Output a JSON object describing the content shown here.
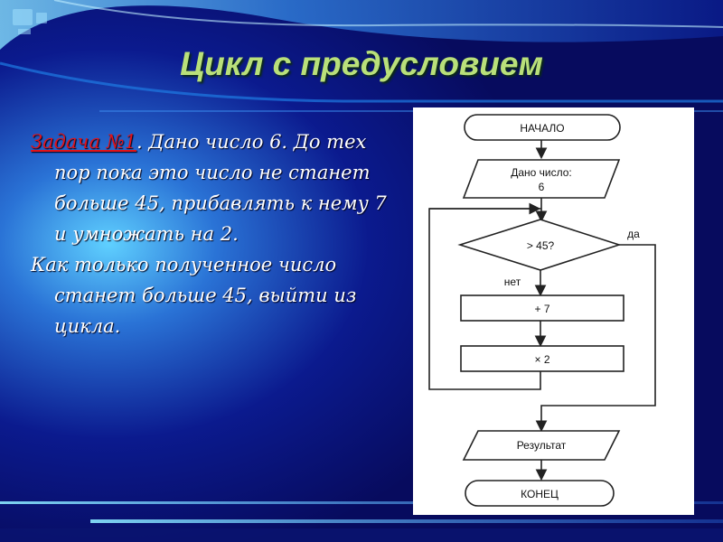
{
  "slide": {
    "title": "Цикл с предусловием",
    "task": {
      "label": "Задача №1",
      "line1": ". Дано число 6. До тех пор пока это число не станет больше 45, прибавлять к нему 7 и умножать на 2.",
      "line2": "Как только полученное число станет больше 45,  выйти из цикла."
    }
  },
  "flowchart": {
    "start": "НАЧАЛО",
    "input_line1": "Дано число:",
    "input_line2": "6",
    "condition": "> 45?",
    "yes": "да",
    "no": "нет",
    "step1": "+ 7",
    "step2": "× 2",
    "output": "Результат",
    "end": "КОНЕЦ"
  }
}
